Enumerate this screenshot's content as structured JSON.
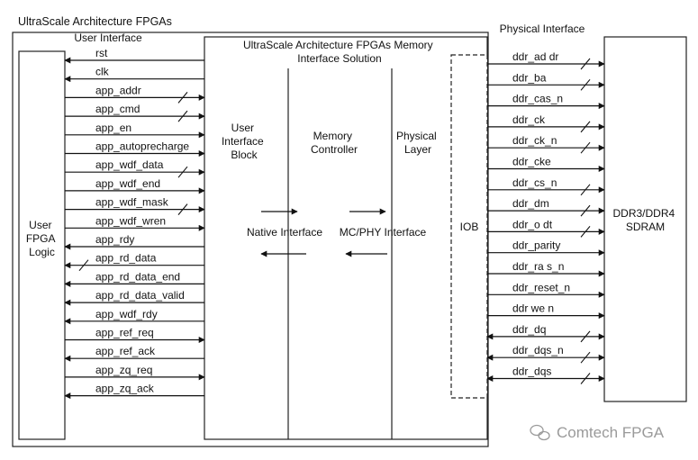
{
  "titles": {
    "outer": "UltraScale Architecture FPGAs",
    "user_interface": "User Interface",
    "solution_line1": "UltraScale Architecture FPGAs Memory",
    "solution_line2": "Interface Solution",
    "physical_interface": "Physical Interface"
  },
  "blocks": {
    "user_logic": [
      "User",
      "FPGA",
      "Logic"
    ],
    "ui_block": [
      "User",
      "Interface",
      "Block"
    ],
    "memory_controller": [
      "Memory",
      "Controller"
    ],
    "physical_layer": [
      "Physical",
      "Layer"
    ],
    "native_interface": "Native Interface",
    "mc_phy_interface": "MC/PHY Interface",
    "iob": "IOB",
    "sdram": [
      "DDR3/DDR4",
      "SDRAM"
    ]
  },
  "user_signals": [
    {
      "name": "rst",
      "dir": "left",
      "bus": false
    },
    {
      "name": "clk",
      "dir": "left",
      "bus": false
    },
    {
      "name": "app_addr",
      "dir": "right",
      "bus": true
    },
    {
      "name": "app_cmd",
      "dir": "right",
      "bus": true
    },
    {
      "name": "app_en",
      "dir": "right",
      "bus": false
    },
    {
      "name": "app_autoprecharge",
      "dir": "right",
      "bus": false
    },
    {
      "name": "app_wdf_data",
      "dir": "right",
      "bus": true
    },
    {
      "name": "app_wdf_end",
      "dir": "right",
      "bus": false
    },
    {
      "name": "app_wdf_mask",
      "dir": "right",
      "bus": true
    },
    {
      "name": "app_wdf_wren",
      "dir": "right",
      "bus": false
    },
    {
      "name": "app_rdy",
      "dir": "left",
      "bus": false
    },
    {
      "name": "app_rd_data",
      "dir": "left",
      "bus": true
    },
    {
      "name": "app_rd_data_end",
      "dir": "left",
      "bus": false
    },
    {
      "name": "app_rd_data_valid",
      "dir": "left",
      "bus": false
    },
    {
      "name": "app_wdf_rdy",
      "dir": "left",
      "bus": false
    },
    {
      "name": "app_ref_req",
      "dir": "right",
      "bus": false
    },
    {
      "name": "app_ref_ack",
      "dir": "left",
      "bus": false
    },
    {
      "name": "app_zq_req",
      "dir": "right",
      "bus": false
    },
    {
      "name": "app_zq_ack",
      "dir": "left",
      "bus": false
    }
  ],
  "phys_signals": [
    {
      "name": "ddr_ad dr",
      "dir": "right",
      "bus": true
    },
    {
      "name": "ddr_ba",
      "dir": "right",
      "bus": true
    },
    {
      "name": "ddr_cas_n",
      "dir": "right",
      "bus": false
    },
    {
      "name": "ddr_ck",
      "dir": "right",
      "bus": true
    },
    {
      "name": "ddr_ck_n",
      "dir": "right",
      "bus": true
    },
    {
      "name": "ddr_cke",
      "dir": "right",
      "bus": false
    },
    {
      "name": "ddr_cs_n",
      "dir": "right",
      "bus": true
    },
    {
      "name": "ddr_dm",
      "dir": "right",
      "bus": true
    },
    {
      "name": "ddr_o dt",
      "dir": "right",
      "bus": true
    },
    {
      "name": "ddr_parity",
      "dir": "right",
      "bus": false
    },
    {
      "name": "ddr_ra s_n",
      "dir": "right",
      "bus": false
    },
    {
      "name": "ddr_reset_n",
      "dir": "right",
      "bus": false
    },
    {
      "name": "ddr we n",
      "dir": "right",
      "bus": false
    },
    {
      "name": "ddr_dq",
      "dir": "both",
      "bus": true
    },
    {
      "name": "ddr_dqs_n",
      "dir": "both",
      "bus": true
    },
    {
      "name": "ddr_dqs",
      "dir": "both",
      "bus": true
    }
  ],
  "watermark": "Comtech FPGA"
}
